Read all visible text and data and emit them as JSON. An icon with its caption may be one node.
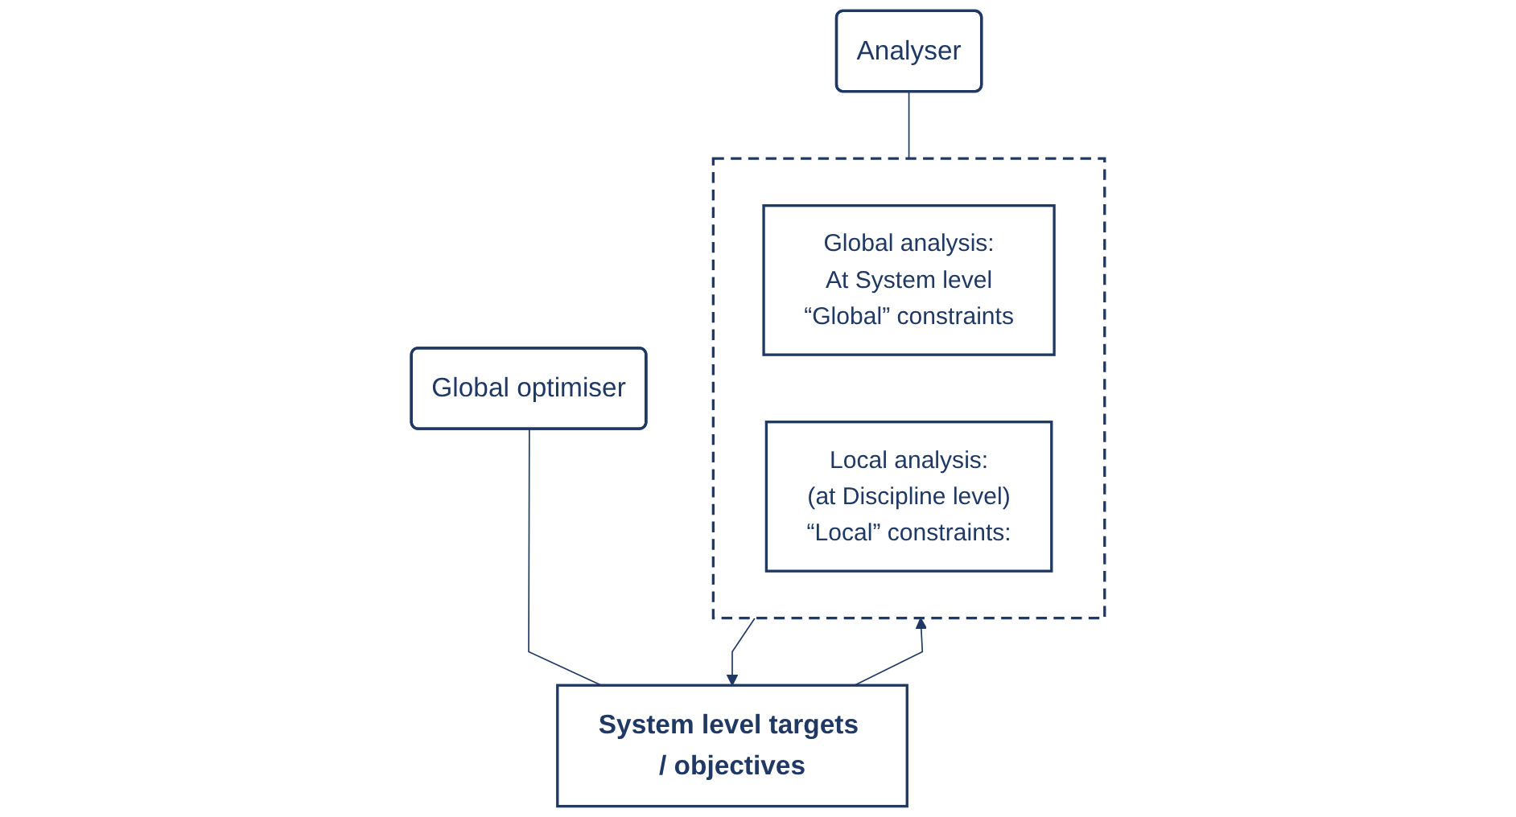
{
  "diagram": {
    "nodes": [
      {
        "text": [
          "Global optimiser"
        ]
      },
      {
        "text": [
          "System level targets / objectives"
        ]
      },
      {
        "text": [
          "Analyser"
        ]
      },
      {
        "text": [],
        "shape": "box"
      },
      {
        "text": [
          "Global analysis:",
          "At System level",
          "“Global” constraints"
        ],
        "in": 3
      },
      {
        "text": [
          "Local analysis:",
          "(at Discipline level)",
          "“Local” constraints:"
        ],
        "in": 3
      }
    ],
    "edges": [
      {
        "from": 0,
        "to": 1,
        "arrow": "none"
      },
      {
        "from": 2,
        "to": 3,
        "arrow": "none"
      },
      {
        "from": 1,
        "to": 3,
        "arrow": "to"
      },
      {
        "from": 3,
        "to": 1,
        "arrow": "to"
      }
    ]
  }
}
